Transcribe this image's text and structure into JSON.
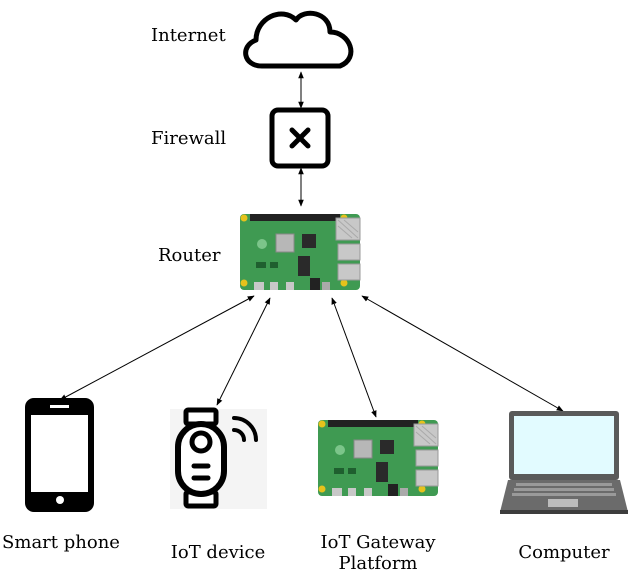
{
  "nodes": {
    "internet": "Internet",
    "firewall": "Firewall",
    "router": "Router",
    "smartphone": "Smart phone",
    "iot_device": "IoT device",
    "gateway_line1": "IoT Gateway",
    "gateway_line2": "Platform",
    "computer": "Computer"
  },
  "icons": {
    "internet": "cloud-icon",
    "firewall": "firewall-x-icon",
    "router": "raspberry-pi-board-icon",
    "smartphone": "smartphone-icon",
    "iot_device": "wearable-wifi-icon",
    "gateway": "raspberry-pi-board-icon",
    "computer": "laptop-icon"
  },
  "colors": {
    "board_green": "#3f9a52",
    "board_dark_green": "#2e7d3f",
    "pin_gold": "#e6c21b",
    "metal_silver": "#c8c8c8",
    "laptop_screen": "#e2fbff",
    "laptop_body": "#5a5a5a",
    "line": "#000000"
  }
}
